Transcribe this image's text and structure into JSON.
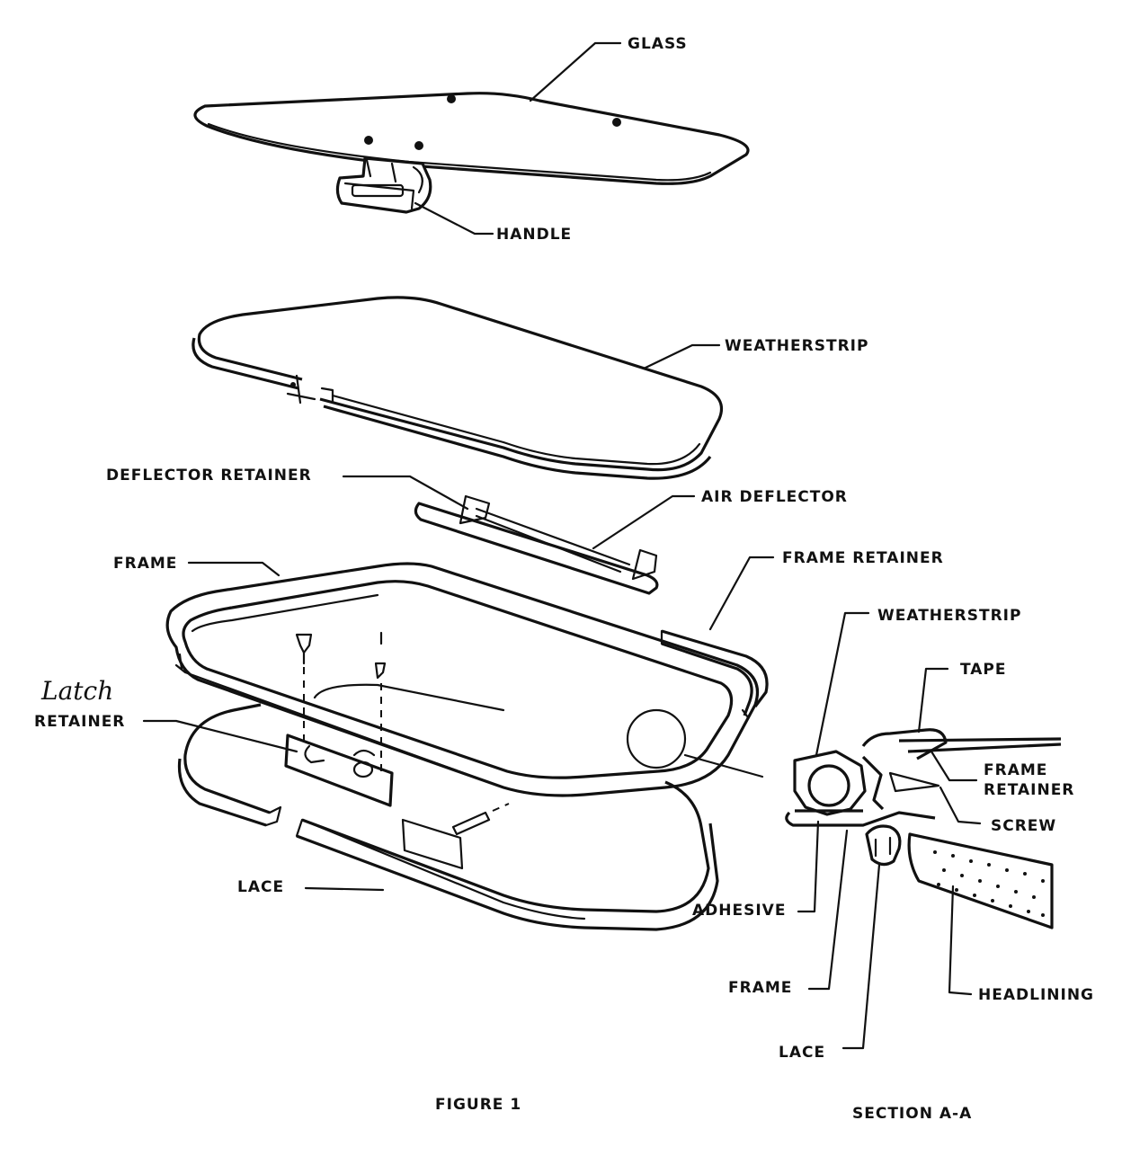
{
  "labels": {
    "glass": "GLASS",
    "handle": "HANDLE",
    "weatherstrip": "WEATHERSTRIP",
    "deflector_retainer": "DEFLECTOR RETAINER",
    "air_deflector": "AIR DEFLECTOR",
    "frame": "FRAME",
    "frame_retainer": "FRAME RETAINER",
    "latch": "Latch",
    "retainer": "RETAINER",
    "lace": "LACE"
  },
  "section_labels": {
    "weatherstrip": "WEATHERSTRIP",
    "tape": "TAPE",
    "frame_retainer_1": "FRAME",
    "frame_retainer_2": "RETAINER",
    "screw": "SCREW",
    "adhesive": "ADHESIVE",
    "frame": "FRAME",
    "headlining": "HEADLINING",
    "lace": "LACE"
  },
  "captions": {
    "figure": "FIGURE 1",
    "section": "SECTION A-A"
  }
}
